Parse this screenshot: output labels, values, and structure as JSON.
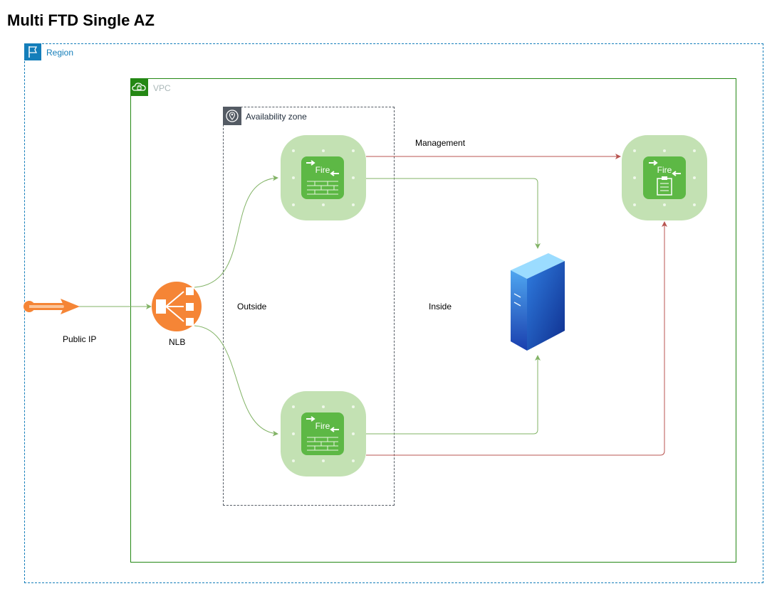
{
  "title": "Multi FTD Single AZ",
  "groups": {
    "region": "Region",
    "vpc": "VPC",
    "availability_zone": "Availability zone"
  },
  "labels": {
    "public_ip": "Public IP",
    "nlb": "NLB",
    "outside": "Outside",
    "inside": "Inside",
    "management": "Management"
  },
  "nodes": {
    "firewall_top_text": "Fire",
    "firewall_bottom_text": "Fire",
    "management_center_text": "Fire"
  },
  "colors": {
    "region": "#147eba",
    "vpc": "#248814",
    "az": "#545b64",
    "node_bg": "#c3e1b3",
    "node_fg": "#5db845",
    "nlb": "#f58536",
    "link_green": "#82b366",
    "link_red": "#b85450",
    "server_blue": "#1e63d6"
  },
  "icons": {
    "region": "flag-icon",
    "vpc": "cloud-lock-icon",
    "az": "location-pin-icon",
    "firewall": "firewall-icon",
    "management": "firewall-management-icon",
    "nlb": "load-balancer-icon",
    "public_ip": "internet-gateway-arrow-icon",
    "server": "server-icon"
  }
}
